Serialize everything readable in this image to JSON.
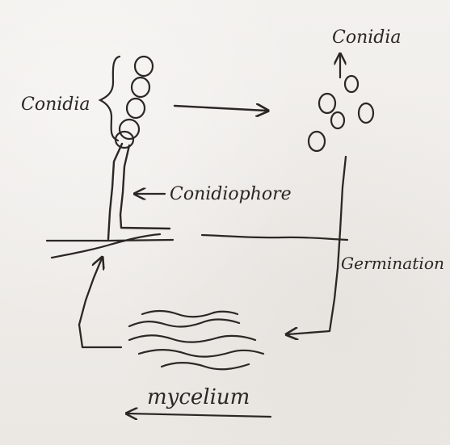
{
  "labels": {
    "conidia_left": "Conidia",
    "conidia_top_right": "Conidia",
    "conidiophore": "Conidiophore",
    "germination": "Germination",
    "mycelium": "mycelium"
  },
  "colors": {
    "paper": "#efece9",
    "ink": "#2a2724"
  }
}
